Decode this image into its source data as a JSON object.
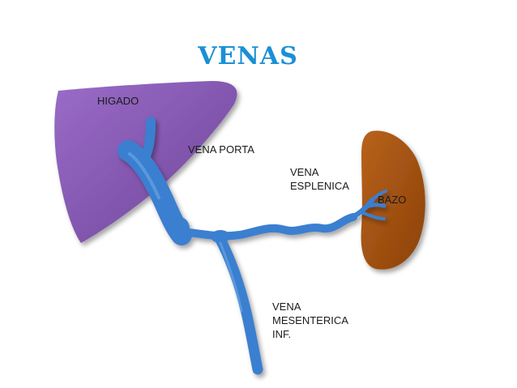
{
  "title": "VENAS",
  "labels": {
    "liver": "HIGADO",
    "portal": "VENA PORTA",
    "splenic_l1": "VENA",
    "splenic_l2": "ESPLENICA",
    "spleen": "BAZO",
    "mesenteric_l1": "VENA",
    "mesenteric_l2": "MESENTERICA",
    "mesenteric_l3": "INF."
  },
  "colors": {
    "title": "#1a8fd6",
    "liver": "#8a5cb8",
    "spleen": "#a8520e",
    "vein": "#3a7fd0"
  }
}
